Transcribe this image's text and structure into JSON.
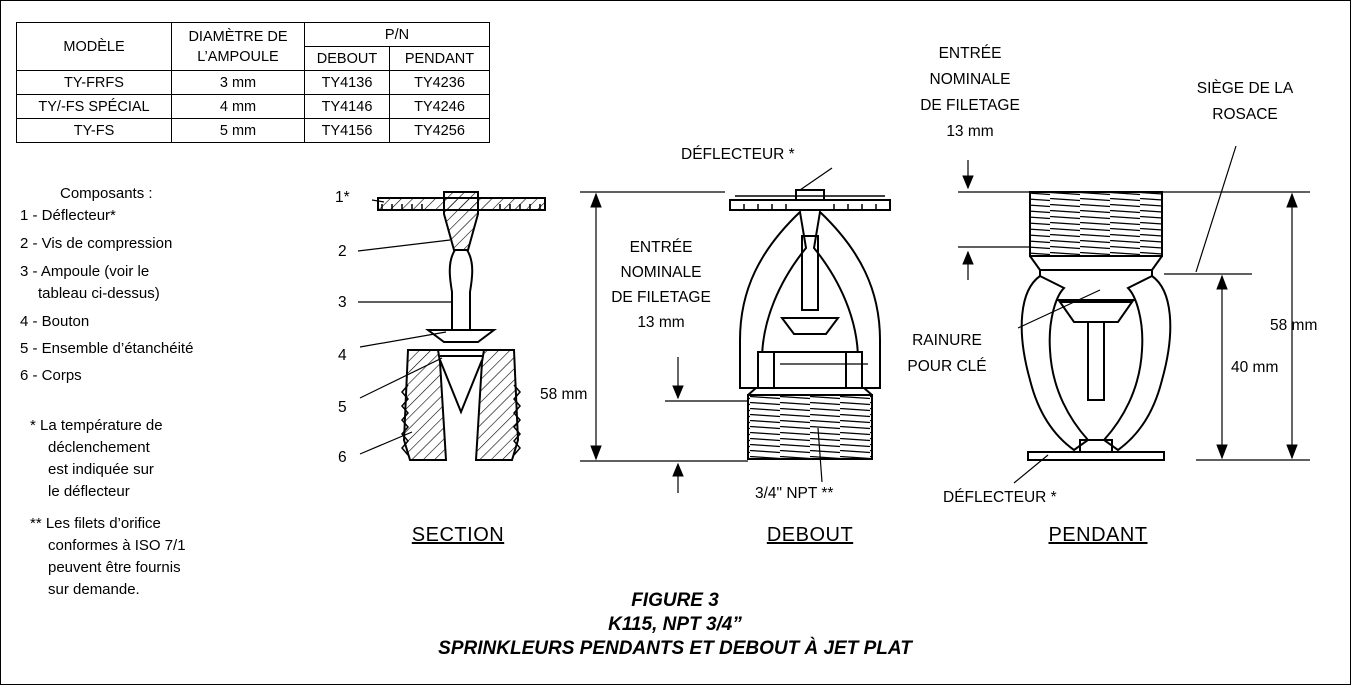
{
  "table": {
    "header": {
      "model": "MODÈLE",
      "bulb": "DIAMÈTRE DE L’AMPOULE",
      "pn": "P/N",
      "upright": "DEBOUT",
      "pendent": "PENDANT"
    },
    "rows": [
      {
        "model": "TY-FRFS",
        "bulb": "3 mm",
        "upright": "TY4136",
        "pendent": "TY4236"
      },
      {
        "model": "TY/-FS SPÉCIAL",
        "bulb": "4 mm",
        "upright": "TY4146",
        "pendent": "TY4246"
      },
      {
        "model": "TY-FS",
        "bulb": "5 mm",
        "upright": "TY4156",
        "pendent": "TY4256"
      }
    ]
  },
  "components": {
    "title": "Composants :",
    "items": [
      "1 - Déflecteur*",
      "2 - Vis de compression",
      "3 - Ampoule (voir le",
      "tableau ci-dessus)",
      "4 - Bouton",
      "5 - Ensemble d’étanchéité",
      "6 - Corps"
    ]
  },
  "notes": {
    "note1": [
      "* La température de",
      "déclenchement",
      "est indiquée sur",
      "le déflecteur"
    ],
    "note2": [
      "** Les filets d’orifice",
      "conformes à ISO 7/1",
      "peuvent être fournis",
      "sur demande."
    ]
  },
  "section": {
    "callouts": [
      "1*",
      "2",
      "3",
      "4",
      "5",
      "6"
    ],
    "title": "SECTION"
  },
  "upright": {
    "deflector": "DÉFLECTEUR *",
    "thread_entry": [
      "ENTRÉE",
      "NOMINALE",
      "DE FILETAGE",
      "13 mm"
    ],
    "height": "58 mm",
    "wrench": [
      "RAINURE",
      "POUR CLÉ"
    ],
    "npt": "3/4\" NPT **",
    "title": "DEBOUT"
  },
  "pendent": {
    "thread_entry": [
      "ENTRÉE",
      "NOMINALE",
      "DE FILETAGE",
      "13 mm"
    ],
    "escutcheon": [
      "SIÈGE DE LA",
      "ROSACE"
    ],
    "height": "58 mm",
    "seat_height": "40 mm",
    "deflector": "DÉFLECTEUR *",
    "title": "PENDANT"
  },
  "caption": {
    "line1": "FIGURE 3",
    "line2": "K115, NPT 3/4”",
    "line3": "SPRINKLEURS PENDANTS ET DEBOUT À JET PLAT"
  }
}
